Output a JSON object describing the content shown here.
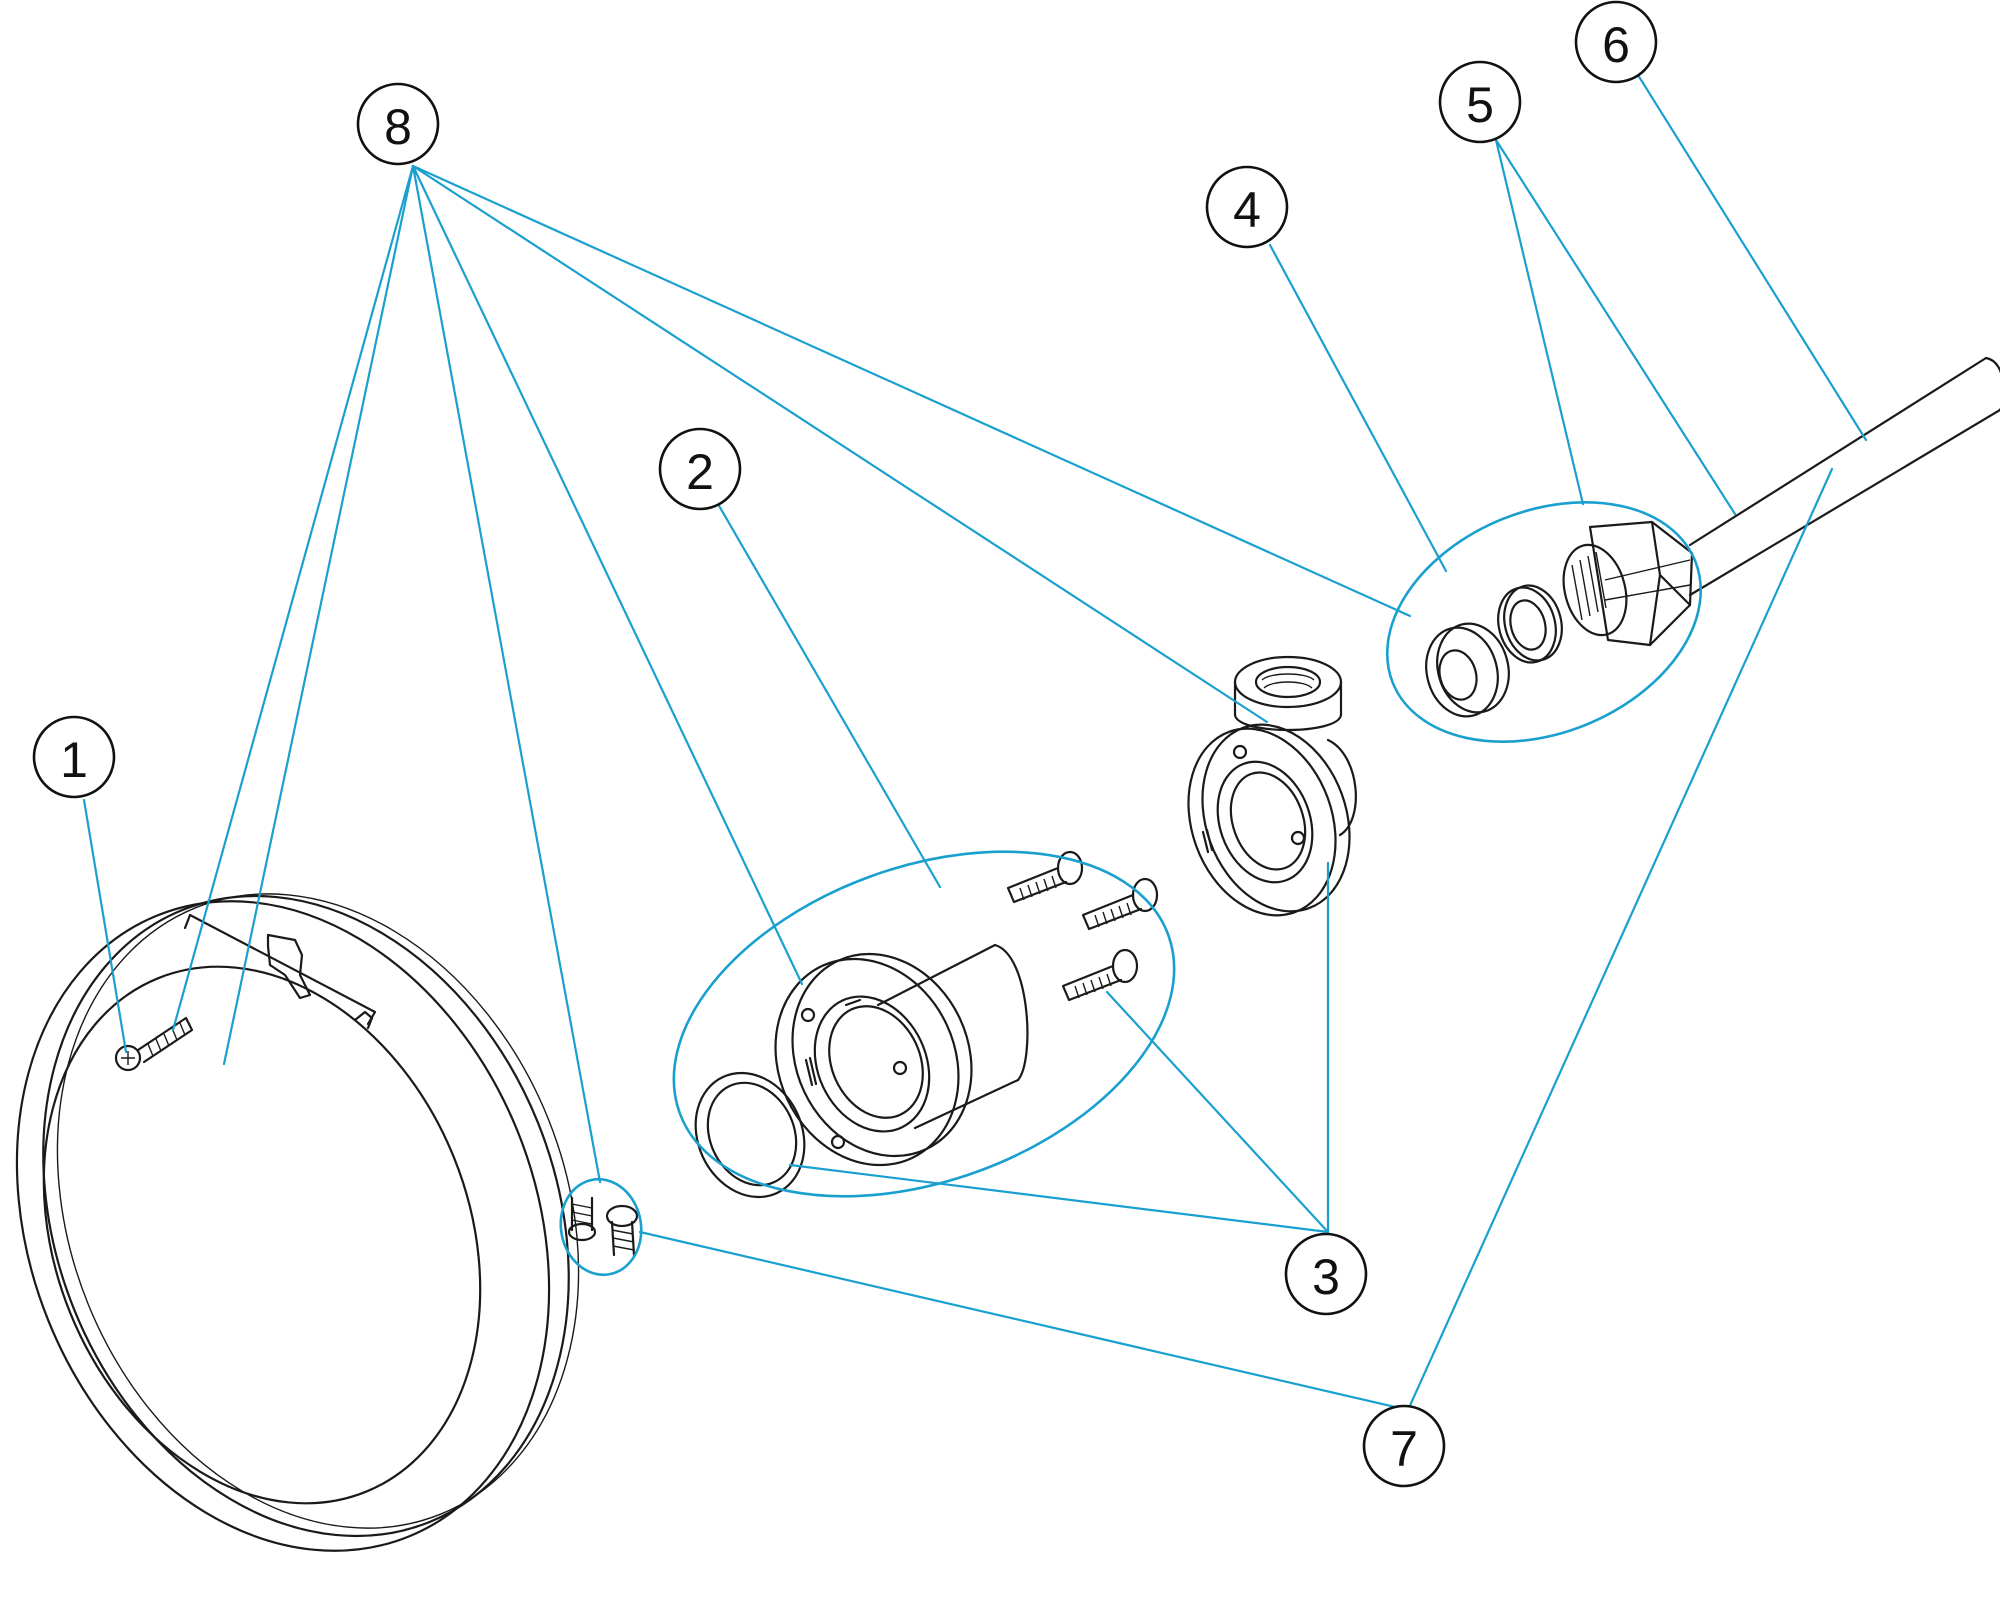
{
  "colors": {
    "leader": "#1aa0cf",
    "outline": "#1a1a1a",
    "background": "#ffffff"
  },
  "callouts": [
    {
      "id": "c1",
      "label": "1"
    },
    {
      "id": "c2",
      "label": "2"
    },
    {
      "id": "c3",
      "label": "3"
    },
    {
      "id": "c4",
      "label": "4"
    },
    {
      "id": "c5",
      "label": "5"
    },
    {
      "id": "c6",
      "label": "6"
    },
    {
      "id": "c7",
      "label": "7"
    },
    {
      "id": "c8",
      "label": "8"
    }
  ]
}
